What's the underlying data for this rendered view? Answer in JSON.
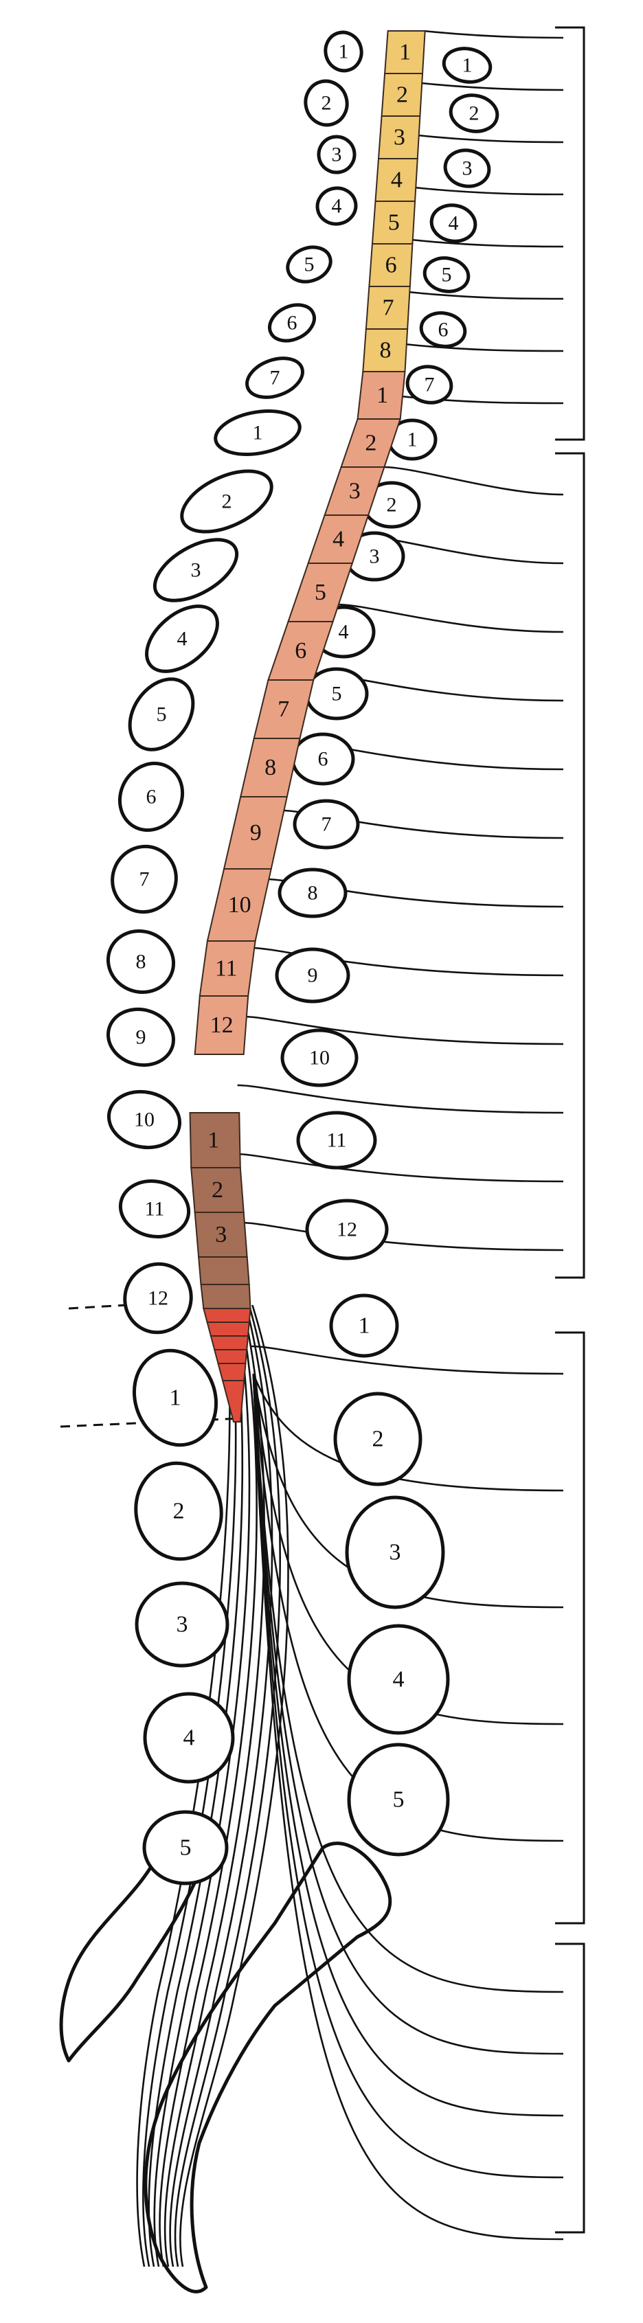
{
  "colors": {
    "cervical": "#efc870",
    "thoracic": "#e9a183",
    "lumbar": "#a56e56",
    "sacral": "#e04c3c",
    "outline": "#111111"
  },
  "spinal_cord_segments": {
    "cervical": [
      "1",
      "2",
      "3",
      "4",
      "5",
      "6",
      "7",
      "8"
    ],
    "thoracic": [
      "1",
      "2",
      "3",
      "4",
      "5",
      "6",
      "7",
      "8",
      "9",
      "10",
      "11",
      "12"
    ],
    "lumbar": [
      "1",
      "2",
      "3"
    ]
  },
  "vertebrae": {
    "cervical_posterior": [
      "1",
      "2",
      "3",
      "4",
      "5",
      "6",
      "7"
    ],
    "cervical_anterior": [
      "1",
      "2",
      "3",
      "4",
      "5",
      "6",
      "7"
    ],
    "thoracic_posterior": [
      "1",
      "2",
      "3",
      "4",
      "5",
      "6",
      "7",
      "8",
      "9",
      "10",
      "11",
      "12"
    ],
    "thoracic_anterior": [
      "1",
      "2",
      "3",
      "4",
      "5",
      "6",
      "7",
      "8",
      "9",
      "10",
      "11",
      "12"
    ],
    "lumbar_posterior": [
      "1",
      "2",
      "3",
      "4",
      "5"
    ],
    "lumbar_anterior": [
      "1",
      "2",
      "3",
      "4",
      "5"
    ]
  }
}
